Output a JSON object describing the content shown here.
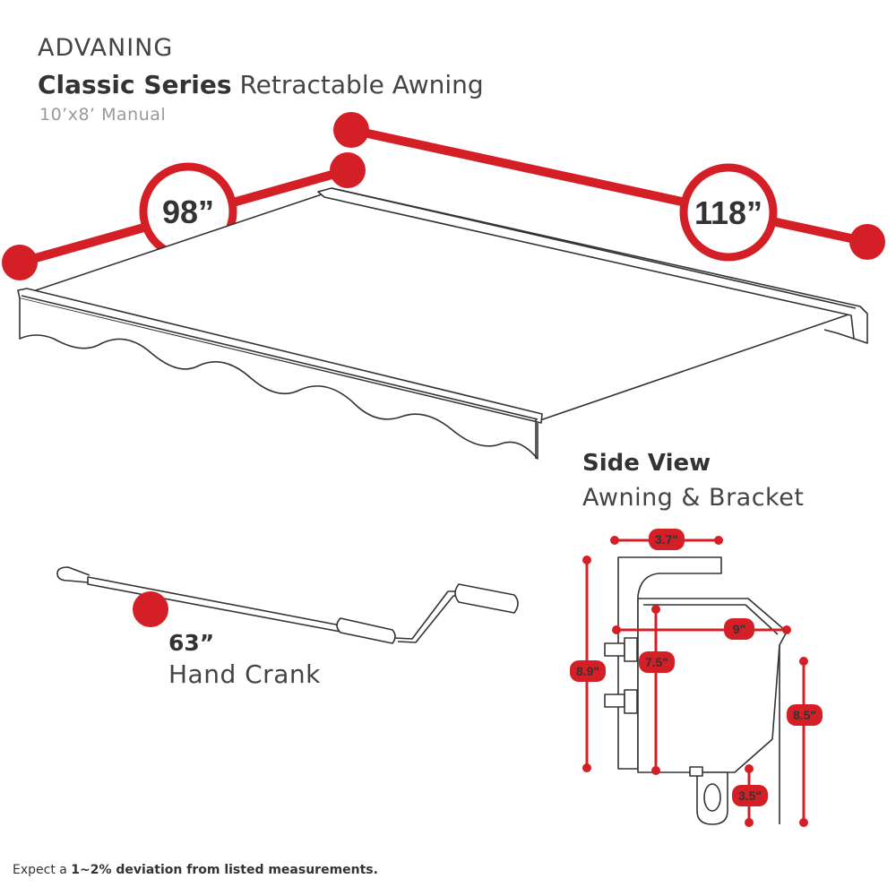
{
  "header": {
    "brand": "ADVANING",
    "series_bold": "Classic Series",
    "series_rest": " Retractable Awning",
    "model": "10’x8’ Manual"
  },
  "awning": {
    "projection": "98”",
    "width": "118”"
  },
  "side_view": {
    "title": "Side View",
    "subtitle": "Awning & Bracket",
    "dims": {
      "bracket_width": "3.7\"",
      "depth": "9\"",
      "bracket_height": "8.9\"",
      "inner_height": "7.5\"",
      "awning_height": "8.5\"",
      "eye_height": "3.5\""
    }
  },
  "crank": {
    "length": "63”",
    "label": "Hand Crank"
  },
  "footnote": {
    "prefix": "Expect a ",
    "bold": "1~2% deviation from listed measurements."
  },
  "colors": {
    "accent": "#d51f27",
    "line": "#333333"
  }
}
